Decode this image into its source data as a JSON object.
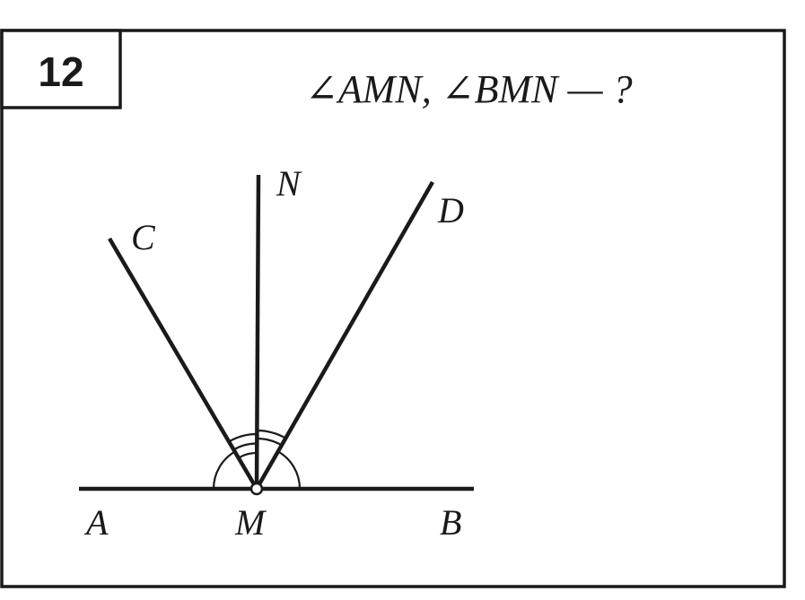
{
  "problem": {
    "number": "12",
    "question": "∠AMN, ∠BMN — ?"
  },
  "points": {
    "A": "A",
    "M": "M",
    "B": "B",
    "C": "C",
    "N": "N",
    "D": "D"
  },
  "colors": {
    "ink": "#1a1a1a",
    "background": "#ffffff"
  }
}
